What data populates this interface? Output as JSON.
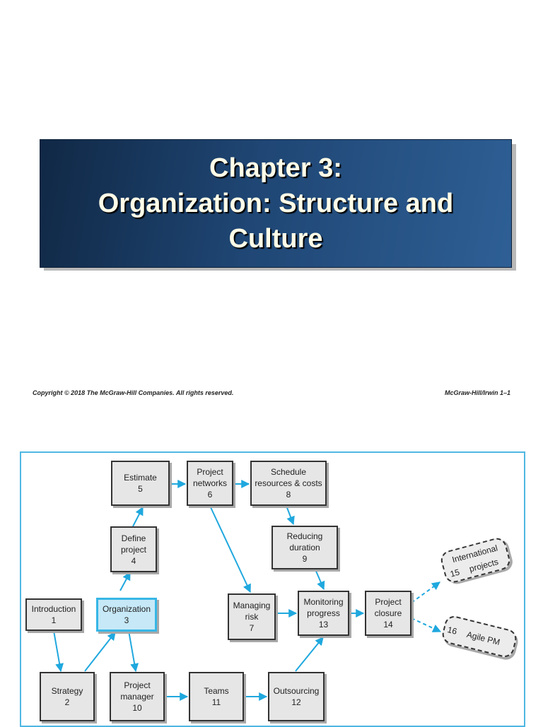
{
  "slide": {
    "title_line1": "Chapter 3:",
    "title_line2": "Organization: Structure and",
    "title_line3": "Culture",
    "copyright": "Copyright © 2018 The McGraw-Hill Companies. All rights reserved.",
    "publisher_page": "McGraw-Hill/Irwin  1–1"
  },
  "diagram": {
    "nodes": {
      "introduction": {
        "line1": "Introduction",
        "number": "1"
      },
      "strategy": {
        "line1": "Strategy",
        "number": "2"
      },
      "organization": {
        "line1": "Organization",
        "number": "3"
      },
      "define_project": {
        "line1": "Define",
        "line2": "project",
        "number": "4"
      },
      "estimate": {
        "line1": "Estimate",
        "number": "5"
      },
      "project_networks": {
        "line1": "Project",
        "line2": "networks",
        "number": "6"
      },
      "managing_risk": {
        "line1": "Managing",
        "line2": "risk",
        "number": "7"
      },
      "schedule_resources": {
        "line1": "Schedule",
        "line2": "resources & costs",
        "number": "8"
      },
      "reducing_duration": {
        "line1": "Reducing",
        "line2": "duration",
        "number": "9"
      },
      "project_manager": {
        "line1": "Project",
        "line2": "manager",
        "number": "10"
      },
      "teams": {
        "line1": "Teams",
        "number": "11"
      },
      "outsourcing": {
        "line1": "Outsourcing",
        "number": "12"
      },
      "monitoring_progress": {
        "line1": "Monitoring",
        "line2": "progress",
        "number": "13"
      },
      "project_closure": {
        "line1": "Project",
        "line2": "closure",
        "number": "14"
      },
      "international_projects": {
        "line1": "International",
        "line2": "projects",
        "number": "15"
      },
      "agile_pm": {
        "line1": "Agile PM",
        "number": "16"
      }
    },
    "colors": {
      "arrow": "#1fa8de",
      "frame": "#4fb7e3",
      "highlight_fill": "#c6e8f7",
      "banner": "#1f4674"
    }
  }
}
